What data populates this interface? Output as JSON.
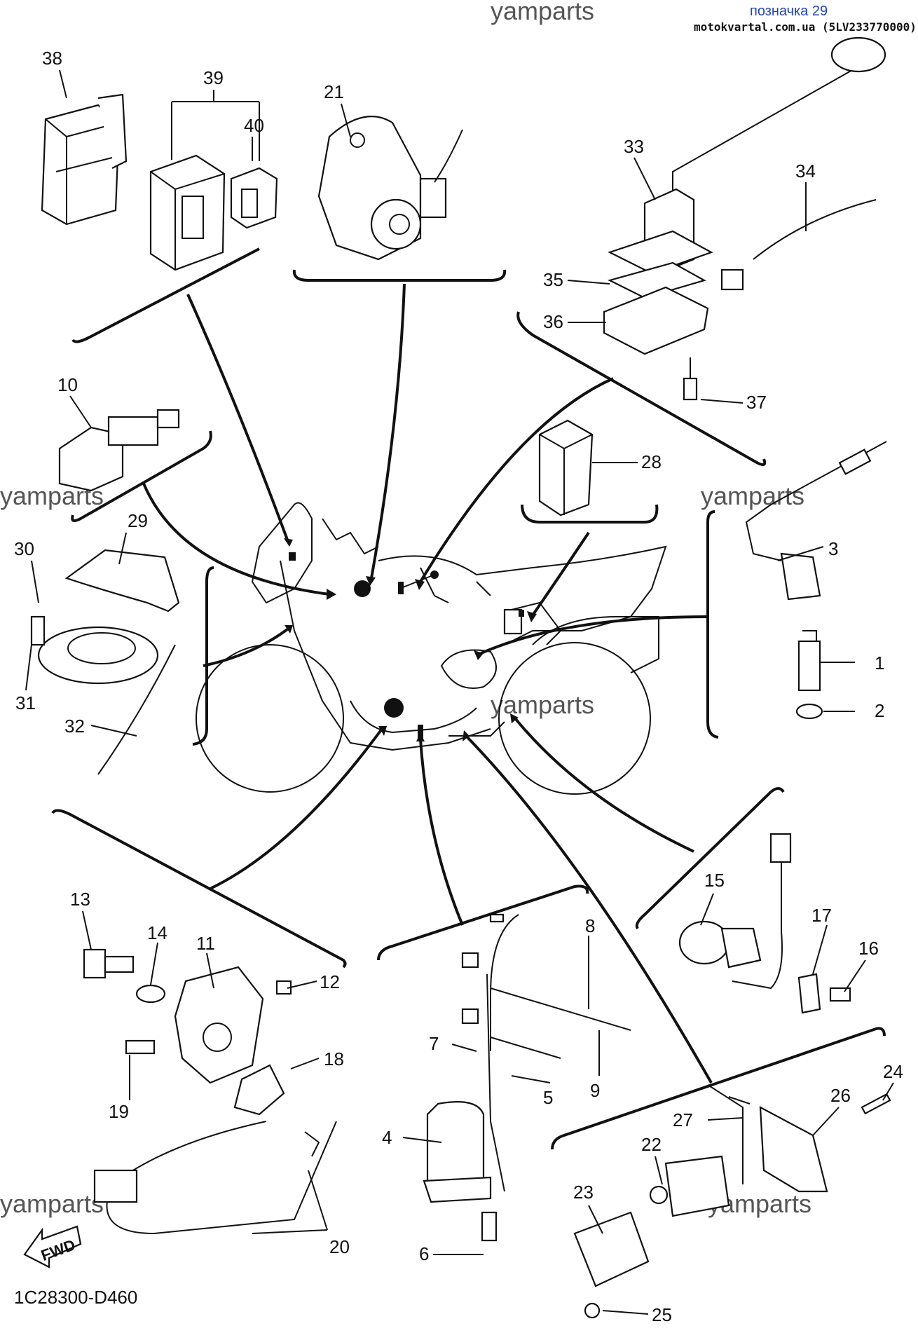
{
  "header": {
    "watermark_top": "yamparts",
    "tag": "позначка 29",
    "site": "motokvartal.com.ua (5LV233770000)"
  },
  "watermarks": [
    "yamparts",
    "yamparts",
    "yamparts",
    "yamparts",
    "yamparts"
  ],
  "fwd_label": "FWD",
  "diagram_code": "1C28300-D460",
  "callouts": [
    "1",
    "2",
    "3",
    "4",
    "5",
    "6",
    "7",
    "8",
    "9",
    "10",
    "11",
    "12",
    "13",
    "14",
    "15",
    "16",
    "17",
    "18",
    "19",
    "20",
    "21",
    "22",
    "23",
    "24",
    "25",
    "26",
    "27",
    "28",
    "29",
    "30",
    "31",
    "32",
    "33",
    "34",
    "35",
    "36",
    "37",
    "38",
    "39",
    "40"
  ]
}
